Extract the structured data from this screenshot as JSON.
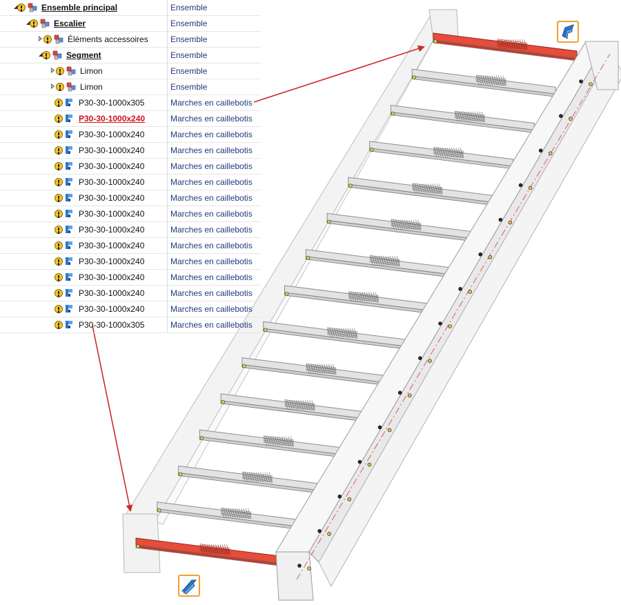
{
  "tree": {
    "rows": [
      {
        "level": 0,
        "expander": "expanded",
        "icon": "assembly-icon",
        "label": "Ensemble principal",
        "type": "Ensemble",
        "style": "bold"
      },
      {
        "level": 1,
        "expander": "expanded",
        "icon": "assembly-icon",
        "label": "Escalier",
        "type": "Ensemble",
        "style": "bold"
      },
      {
        "level": 2,
        "expander": "collapsed",
        "icon": "assembly-icon",
        "label": "Éléments accessoires",
        "type": "Ensemble",
        "style": "normal"
      },
      {
        "level": 2,
        "expander": "expanded",
        "icon": "assembly-icon",
        "label": "Segment",
        "type": "Ensemble",
        "style": "bold"
      },
      {
        "level": 3,
        "expander": "collapsed",
        "icon": "assembly-icon",
        "label": "Limon",
        "type": "Ensemble",
        "style": "normal"
      },
      {
        "level": 3,
        "expander": "collapsed",
        "icon": "assembly-icon",
        "label": "Limon",
        "type": "Ensemble",
        "style": "normal"
      },
      {
        "level": 3,
        "expander": "none",
        "icon": "part-icon",
        "label": "P30-30-1000x305",
        "type": "Marches en caillebotis",
        "style": "normal"
      },
      {
        "level": 3,
        "expander": "none",
        "icon": "part-icon",
        "label": "P30-30-1000x240",
        "type": "Marches en caillebotis",
        "style": "selected"
      },
      {
        "level": 3,
        "expander": "none",
        "icon": "part-icon",
        "label": "P30-30-1000x240",
        "type": "Marches en caillebotis",
        "style": "normal"
      },
      {
        "level": 3,
        "expander": "none",
        "icon": "part-icon",
        "label": "P30-30-1000x240",
        "type": "Marches en caillebotis",
        "style": "normal"
      },
      {
        "level": 3,
        "expander": "none",
        "icon": "part-icon",
        "label": "P30-30-1000x240",
        "type": "Marches en caillebotis",
        "style": "normal"
      },
      {
        "level": 3,
        "expander": "none",
        "icon": "part-icon",
        "label": "P30-30-1000x240",
        "type": "Marches en caillebotis",
        "style": "normal"
      },
      {
        "level": 3,
        "expander": "none",
        "icon": "part-icon",
        "label": "P30-30-1000x240",
        "type": "Marches en caillebotis",
        "style": "normal"
      },
      {
        "level": 3,
        "expander": "none",
        "icon": "part-icon",
        "label": "P30-30-1000x240",
        "type": "Marches en caillebotis",
        "style": "normal"
      },
      {
        "level": 3,
        "expander": "none",
        "icon": "part-icon",
        "label": "P30-30-1000x240",
        "type": "Marches en caillebotis",
        "style": "normal"
      },
      {
        "level": 3,
        "expander": "none",
        "icon": "part-icon",
        "label": "P30-30-1000x240",
        "type": "Marches en caillebotis",
        "style": "normal"
      },
      {
        "level": 3,
        "expander": "none",
        "icon": "part-icon",
        "label": "P30-30-1000x240",
        "type": "Marches en caillebotis",
        "style": "normal"
      },
      {
        "level": 3,
        "expander": "none",
        "icon": "part-icon",
        "label": "P30-30-1000x240",
        "type": "Marches en caillebotis",
        "style": "normal"
      },
      {
        "level": 3,
        "expander": "none",
        "icon": "part-icon",
        "label": "P30-30-1000x240",
        "type": "Marches en caillebotis",
        "style": "normal"
      },
      {
        "level": 3,
        "expander": "none",
        "icon": "part-icon",
        "label": "P30-30-1000x240",
        "type": "Marches en caillebotis",
        "style": "normal"
      },
      {
        "level": 3,
        "expander": "none",
        "icon": "part-icon",
        "label": "P30-30-1000x305",
        "type": "Marches en caillebotis",
        "style": "normal"
      }
    ]
  },
  "model": {
    "step_count": 15,
    "highlighted_steps": [
      "top",
      "bottom"
    ]
  },
  "colors": {
    "highlight": "#e84c3a",
    "step_fill": "#e3e3e3",
    "arrow": "#cc2a2a",
    "tree_type_text": "#1e3a7b",
    "selected_text": "#d0121b",
    "button_border": "#f0a030"
  },
  "buttons": {
    "top": {
      "icon": "profile-view-icon"
    },
    "bottom": {
      "icon": "profile-view-icon"
    }
  }
}
